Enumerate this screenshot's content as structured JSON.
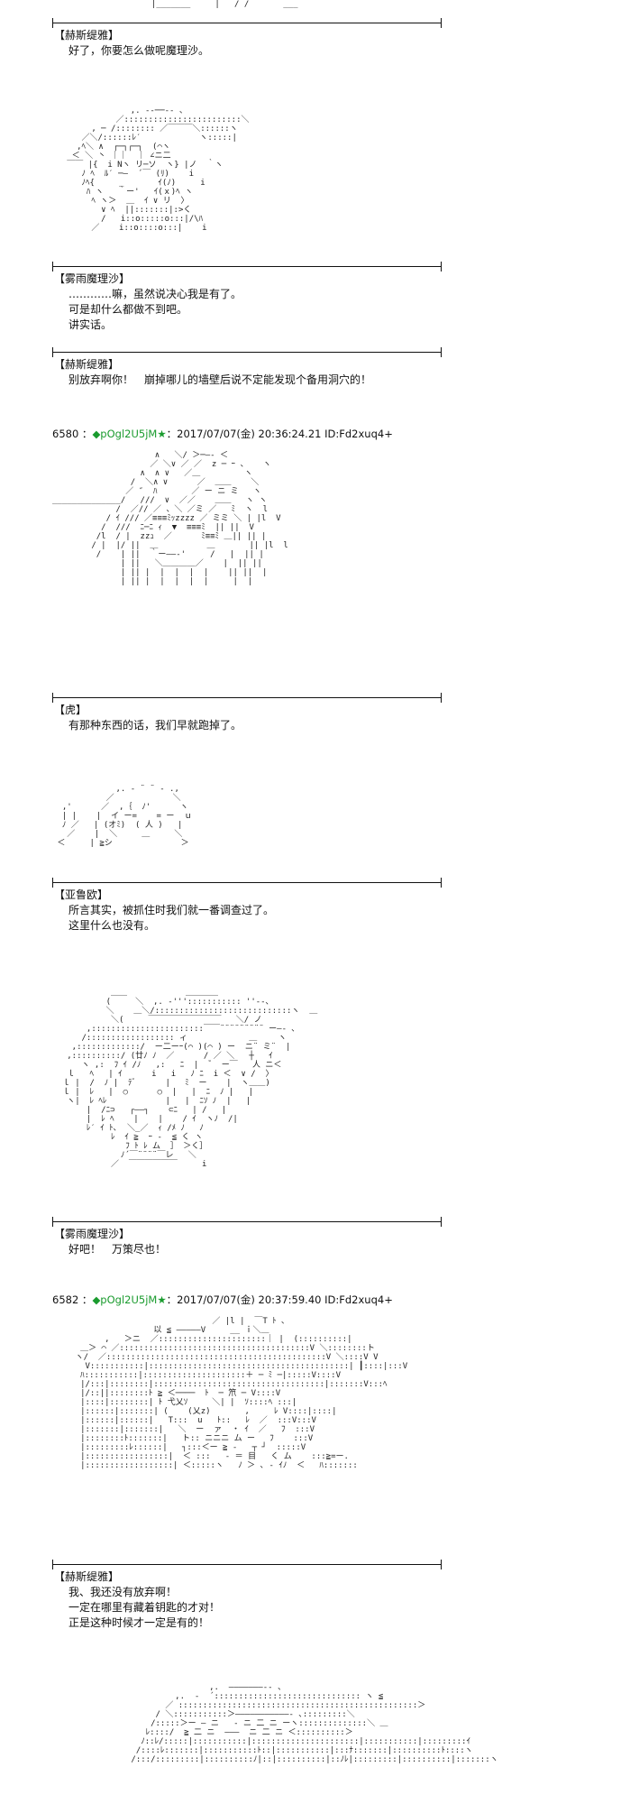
{
  "posts": [
    {
      "number": "6580",
      "diamond": "◆",
      "trip": "pOgl2U5jM",
      "star": "★",
      "datetime": "2017/07/07(金) 20:36:24.21",
      "id": "ID:Fd2xuq4+"
    },
    {
      "number": "6582",
      "diamond": "◆",
      "trip": "pOgl2U5jM",
      "star": "★",
      "datetime": "2017/07/07(金) 20:37:59.40",
      "id": "ID:Fd2xuq4+"
    }
  ],
  "dialogues": [
    {
      "speaker": "【赫斯缇雅】",
      "lines": [
        "好了，你要怎么做呢魔理沙。"
      ]
    },
    {
      "speaker": "【雾雨魔理沙】",
      "lines": [
        "…………嘛，虽然说决心我是有了。",
        "可是却什么都做不到吧。",
        "讲实话。"
      ]
    },
    {
      "speaker": "【赫斯缇雅】",
      "lines": [
        "别放弃啊你！　崩掉哪儿的墙壁后说不定能发现个备用洞穴的！"
      ]
    },
    {
      "speaker": "【虎】",
      "lines": [
        "有那种东西的话，我们早就跑掉了。"
      ]
    },
    {
      "speaker": "【亚鲁欧】",
      "lines": [
        "所言其实，被抓住时我们就一番调查过了。",
        "这里什么也没有。"
      ]
    },
    {
      "speaker": "【雾雨魔理沙】",
      "lines": [
        "好吧！　万策尽也！"
      ]
    },
    {
      "speaker": "【赫斯缇雅】",
      "lines": [
        "我、我还没有放弃啊！",
        "一定在哪里有藏着钥匙的才对！",
        "正是这种时候才一定是有的！"
      ]
    }
  ]
}
